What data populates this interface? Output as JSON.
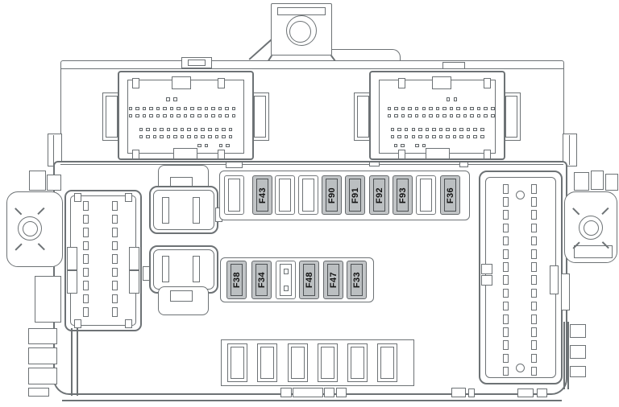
{
  "diagram": {
    "type": "fuse-box-diagram",
    "colors": {
      "line": "#6d7275",
      "highlight_fill": "#c2c5c7",
      "highlight_plate": "#bbbfc1",
      "label_text": "#131313"
    },
    "fuse_rows": {
      "top": [
        {
          "label": ""
        },
        {
          "label": "F43"
        },
        {
          "label": ""
        },
        {
          "label": ""
        },
        {
          "label": "F90"
        },
        {
          "label": "F91"
        },
        {
          "label": "F92"
        },
        {
          "label": "F93"
        },
        {
          "label": ""
        },
        {
          "label": "F36"
        }
      ],
      "bottom": [
        {
          "label": "F38"
        },
        {
          "label": "F34"
        },
        {
          "label": "",
          "variant": "holder"
        },
        {
          "label": "F48"
        },
        {
          "label": "F47"
        },
        {
          "label": "F33"
        }
      ]
    }
  }
}
